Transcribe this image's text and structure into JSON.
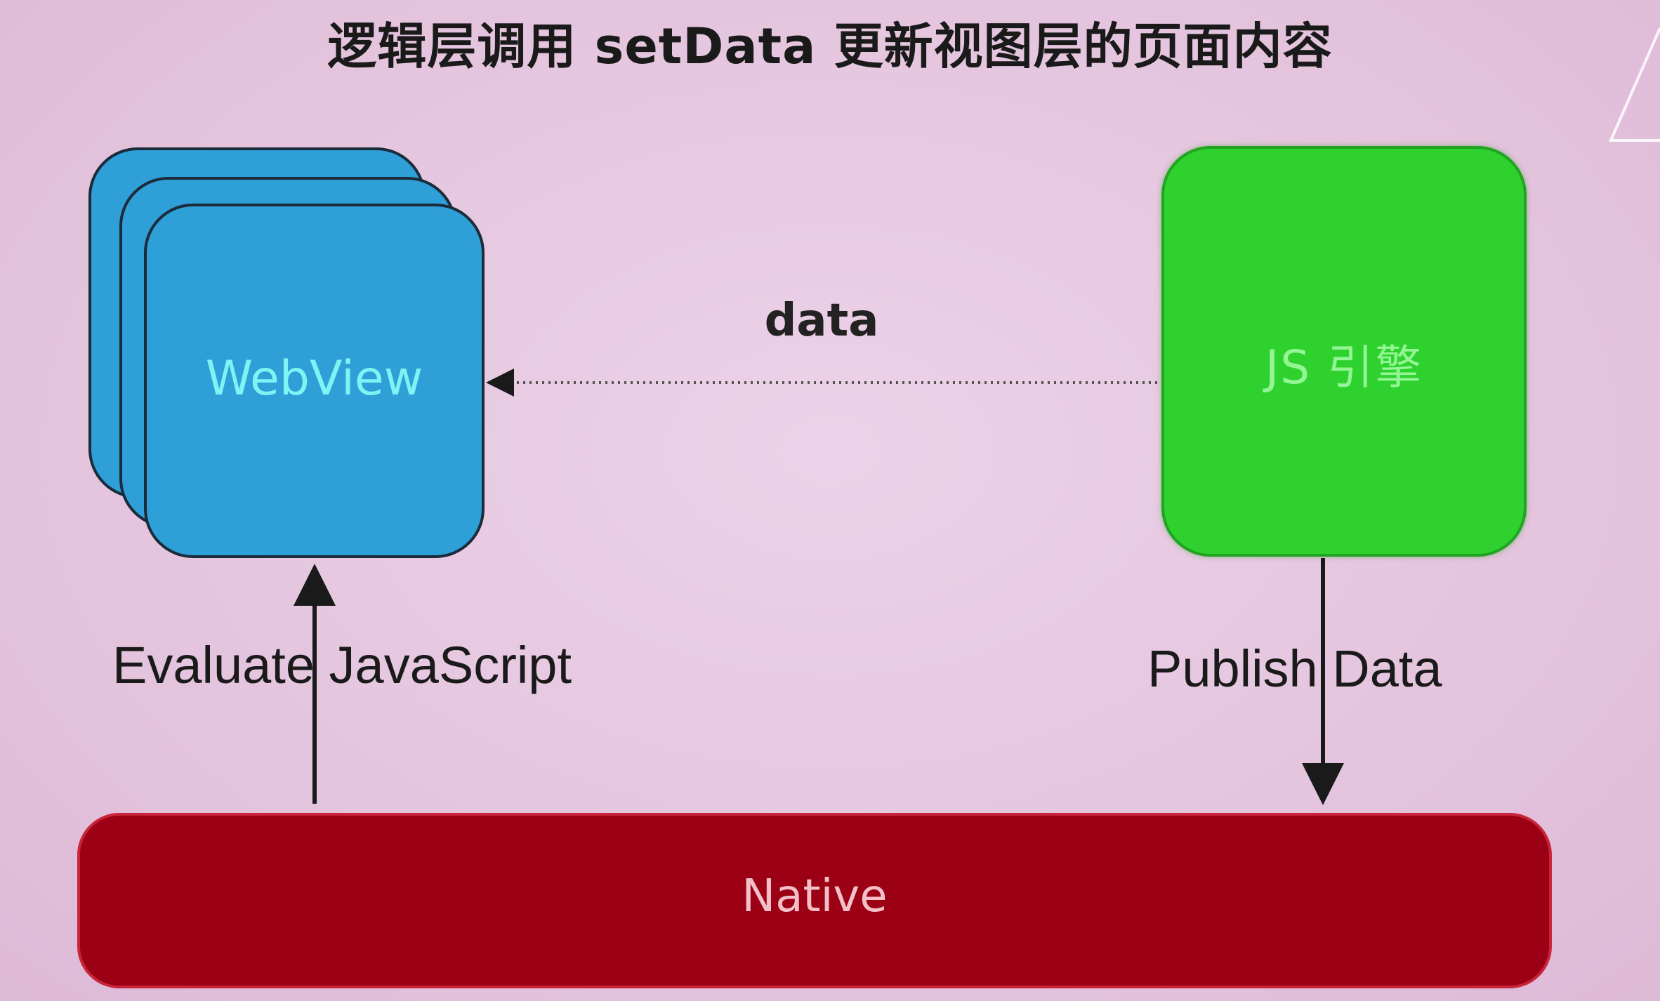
{
  "title": "逻辑层调用 setData 更新视图层的页面内容",
  "nodes": {
    "webview": {
      "label": "WebView",
      "color": "#2f9fd8"
    },
    "js_engine": {
      "label": "JS 引擎",
      "color": "#2ed12e"
    },
    "native": {
      "label": "Native",
      "color": "#9c0015"
    }
  },
  "edges": {
    "data": {
      "label": "data",
      "from": "js_engine",
      "to": "webview",
      "style": "dotted"
    },
    "evaluate": {
      "label": "Evaluate JavaScript",
      "from": "native",
      "to": "webview"
    },
    "publish": {
      "label": "Publish Data",
      "from": "js_engine",
      "to": "native"
    }
  }
}
